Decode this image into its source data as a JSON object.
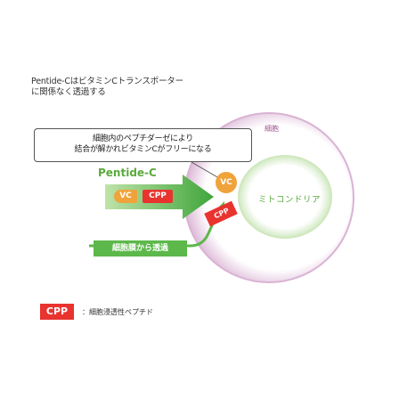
{
  "heading": {
    "line1": "Pentide-CはビタミンCトランスポーター",
    "line2": "に関係なく透過する"
  },
  "callout": {
    "line1": "細胞内のペプチダーゼにより",
    "line2": "結合が解かれビタミンCがフリーになる"
  },
  "molecule": {
    "name": "Pentide-C",
    "vc_label": "VC",
    "cpp_label": "CPP"
  },
  "free_vc_label": "VC",
  "free_cpp_label": "CPP",
  "membrane_label": "細胞膜から透過",
  "cell_label": "細胞",
  "mitochondria_label": "ミトコンドリア",
  "legend": {
    "cpp_label": "CPP",
    "description": "：細胞浸透性ペプチド"
  },
  "colors": {
    "green": "#5cb84a",
    "red": "#e8332f",
    "orange": "#f0a33a",
    "cell": "#e6cde3"
  }
}
